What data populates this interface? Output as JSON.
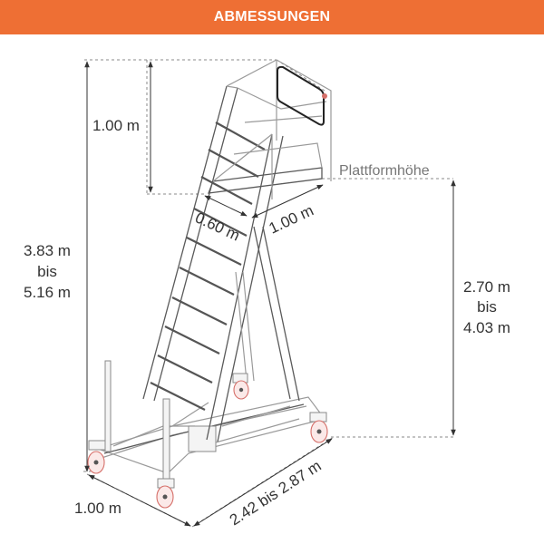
{
  "header": {
    "title": "ABMESSUNGEN"
  },
  "colors": {
    "header_bg": "#ee6f34",
    "header_text": "#ffffff",
    "text": "#333333",
    "dim_line": "#333333",
    "wheel": "#d6706a"
  },
  "labels": {
    "top_rail_height": "1.00 m",
    "total_height_line1": "3.83 m",
    "total_height_line2": "bis",
    "total_height_line3": "5.16 m",
    "platform_label": "Plattformhöhe",
    "platform_depth": "0.60 m",
    "platform_width": "1.00 m",
    "platform_height_line1": "2.70 m",
    "platform_height_line2": "bis",
    "platform_height_line3": "4.03 m",
    "base_width": "1.00 m",
    "base_length": "2.42 bis 2.87 m"
  }
}
